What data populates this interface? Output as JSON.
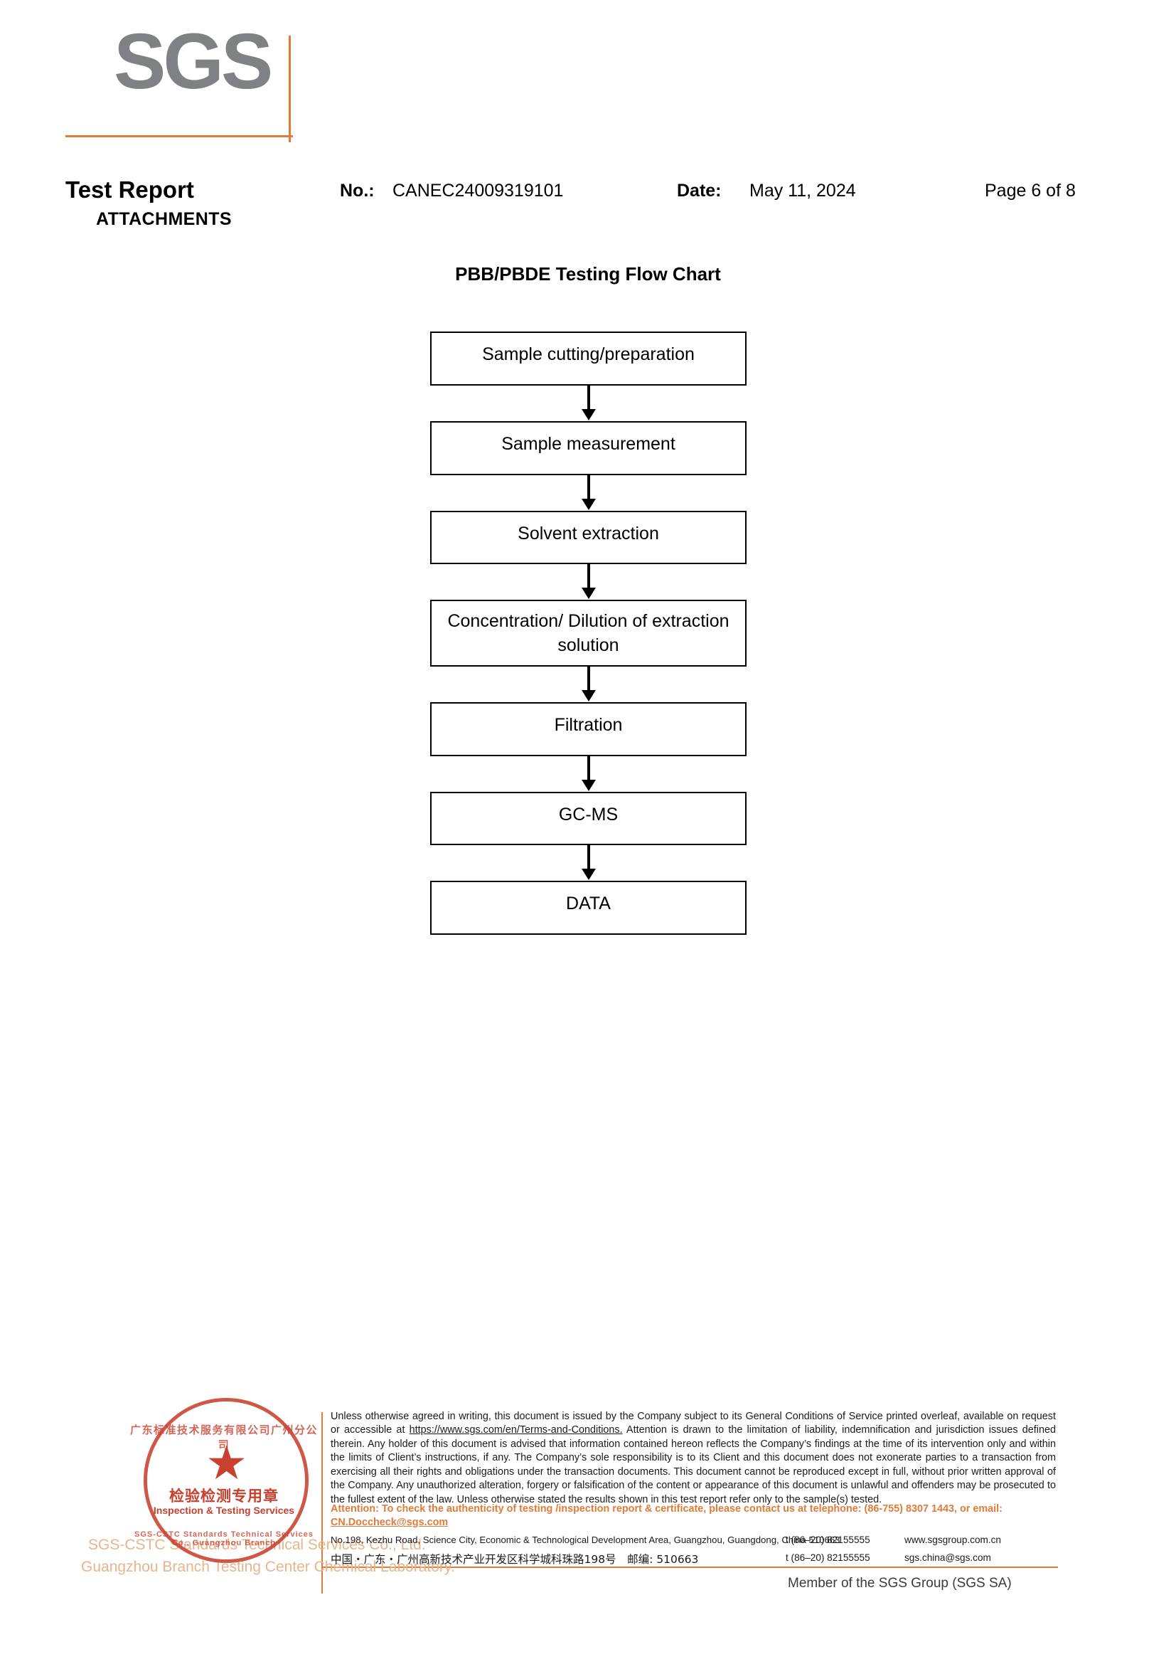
{
  "header": {
    "logo_text": "SGS",
    "doc_title": "Test Report",
    "doc_subtitle": "ATTACHMENTS",
    "no_label": "No.:",
    "no_value": "CANEC24009319101",
    "date_label": "Date:",
    "date_value": "May 11, 2024",
    "page_number": "Page 6 of 8"
  },
  "flow": {
    "title": "PBB/PBDE Testing Flow Chart",
    "nodes": [
      {
        "label": "Sample cutting/preparation"
      },
      {
        "label": "Sample measurement"
      },
      {
        "label": "Solvent extraction"
      },
      {
        "label": "Concentration/ Dilution of extraction solution"
      },
      {
        "label": "Filtration"
      },
      {
        "label": "GC-MS"
      },
      {
        "label": "DATA"
      }
    ]
  },
  "stamp": {
    "arc_top": "广东标准技术服务有限公司广州分公司",
    "arc_bottom": "SGS-CSTC Standards Technical Services Co., Guangzhou Branch",
    "star_glyph": "★",
    "chinese_label": "检验检测专用章",
    "english_label": "Inspection & Testing Services",
    "underlay_line1": "SGS-CSTC Standards Technical  Services Co., Ltd.",
    "underlay_line2": "Guangzhou Branch Testing Center Chemical Laboratory."
  },
  "footer": {
    "legal_part1": "Unless otherwise agreed in writing, this document is issued by the Company subject to its General Conditions of Service printed overleaf, available on request or accessible at ",
    "legal_link": "https://www.sgs.com/en/Terms-and-Conditions.",
    "legal_part2": " Attention is drawn to the limitation of liability, indemnification and jurisdiction issues defined therein. Any holder of this document is advised that information contained hereon reflects the Company’s findings at the time of its intervention only and within the limits of Client’s instructions, if any. The Company’s sole responsibility is to its Client and this document does not exonerate parties to a transaction from exercising all their rights and obligations under the transaction documents. This document cannot be reproduced except in full, without prior written approval of the Company. Any unauthorized alteration, forgery or falsification of the content or appearance of this document is unlawful and offenders may be prosecuted to the fullest extent of the law. Unless otherwise stated the results shown in this test report refer only to the sample(s) tested.",
    "attention_text": "Attention: To check the authenticity of testing /inspection report & certificate, please contact us at telephone: (86-755) 8307 1443, or email: ",
    "attention_email": "CN.Doccheck@sgs.com",
    "address_en": "No.198, Kezhu Road, Science City, Economic & Technological Development Area, Guangzhou, Guangdong, China 510663",
    "address_cn": "中国・广东・广州高新技术产业开发区科学城科珠路198号　邮编: 510663",
    "tel_1": "t (86–20) 82155555",
    "tel_2": "t (86–20) 82155555",
    "web_1": "www.sgsgroup.com.cn",
    "web_2": "sgs.china@sgs.com",
    "member_line": "Member of the SGS Group (SGS SA)"
  },
  "colors": {
    "brand_orange": "#E07B39",
    "logo_gray": "#808184",
    "stamp_red": "#C8402E"
  }
}
